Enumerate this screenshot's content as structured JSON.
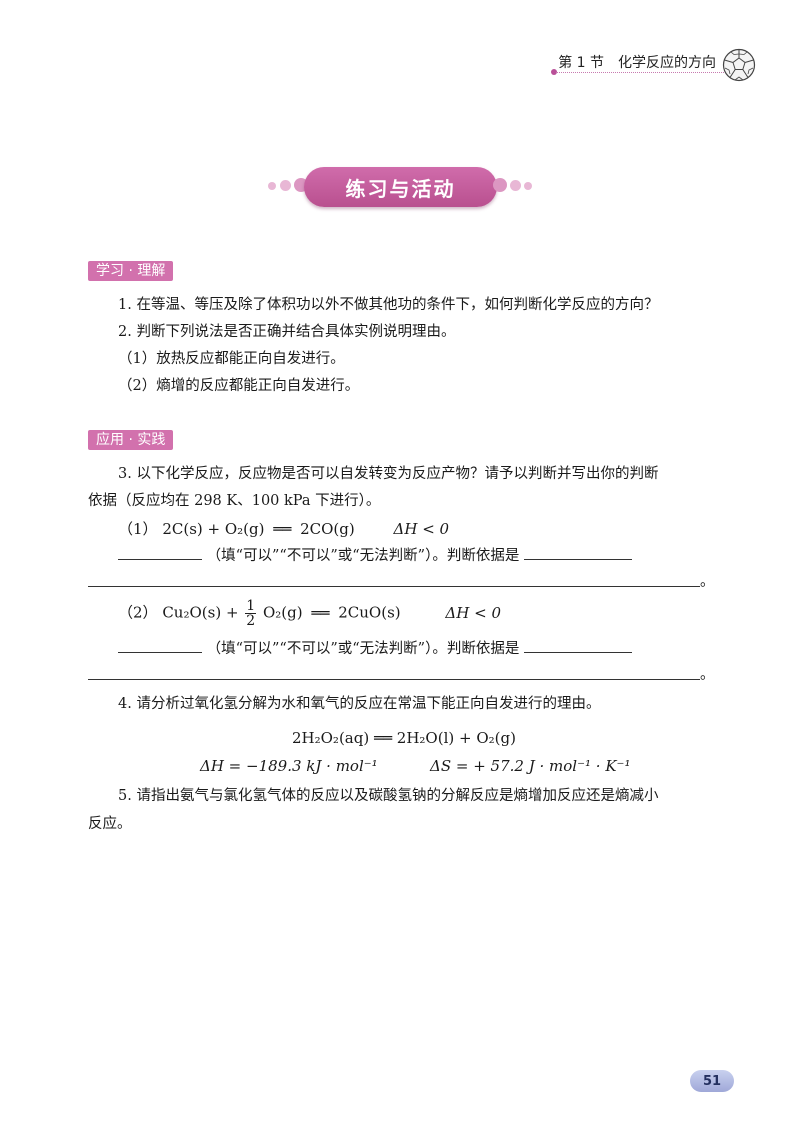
{
  "header": {
    "section_title": "第 1 节　化学反应的方向"
  },
  "banner": {
    "title": "练习与活动"
  },
  "sections": {
    "understand": "学习 · 理解",
    "apply": "应用 · 实践"
  },
  "q1": "1. 在等温、等压及除了体积功以外不做其他功的条件下，如何判断化学反应的方向？",
  "q2": "2. 判断下列说法是否正确并结合具体实例说明理由。",
  "q2_1": "（1）放热反应都能正向自发进行。",
  "q2_2": "（2）熵增的反应都能正向自发进行。",
  "q3_line1": "3. 以下化学反应，反应物是否可以自发转变为反应产物？请予以判断并写出你的判断",
  "q3_line2": "依据（反应均在 298 K、100 kPa 下进行）。",
  "q3_1": {
    "label": "（1）",
    "reactants": "2C(s) + O₂(g)",
    "arrow": "══",
    "products": "2CO(g)",
    "dh": "ΔH < 0"
  },
  "q3_2": {
    "label": "（2）",
    "reactant1": "Cu₂O(s) +",
    "frac_num": "1",
    "frac_den": "2",
    "reactant2": "O₂(g)",
    "arrow": "══",
    "products": "2CuO(s)",
    "dh": "ΔH < 0"
  },
  "fill_text": "（填“可以”“不可以”或“无法判断”）。判断依据是",
  "period": "。",
  "q4": "4. 请分析过氧化氢分解为水和氧气的反应在常温下能正向自发进行的理由。",
  "q4_eq": "2H₂O₂(aq) ══ 2H₂O(l) + O₂(g)",
  "q4_dh": "ΔH = −189.3 kJ · mol⁻¹",
  "q4_ds": "ΔS = + 57.2 J · mol⁻¹ · K⁻¹",
  "q5_line1": "5. 请指出氨气与氯化氢气体的反应以及碳酸氢钠的分解反应是熵增加反应还是熵减小",
  "q5_line2": "反应。",
  "page_number": "51"
}
